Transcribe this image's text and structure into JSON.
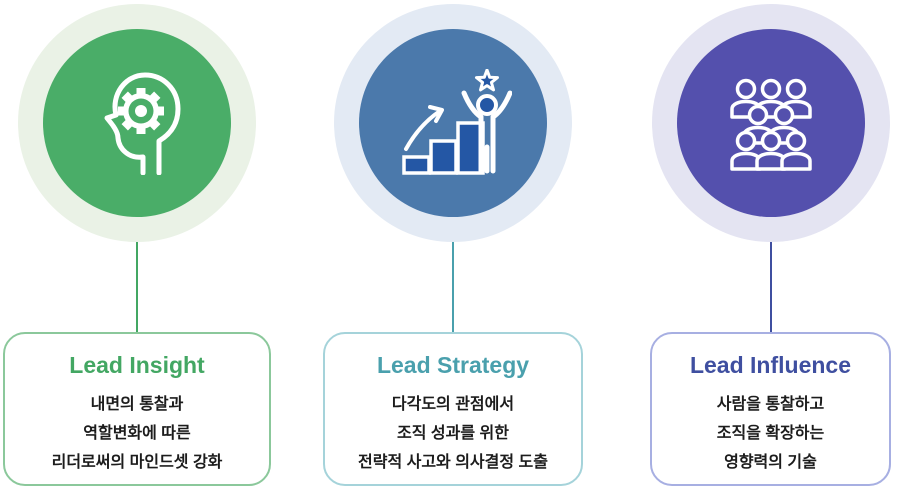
{
  "page": {
    "background": "#ffffff",
    "text_color": "#1c1c1c"
  },
  "columns": [
    {
      "name": "lead-insight",
      "title": "Lead Insight",
      "description_lines": [
        "내면의 통찰과",
        "역할변화에 따른",
        "리더로써의 마인드셋 강화"
      ],
      "icon": "head-with-gear-icon",
      "colors": {
        "ring": "#eaf2e6",
        "circle": "#4aad68",
        "accent": "#43a763",
        "card_border": "#8bc89b"
      }
    },
    {
      "name": "lead-strategy",
      "title": "Lead Strategy",
      "description_lines": [
        "다각도의 관점에서",
        "조직 성과를 위한",
        "전략적 사고와 의사결정 도출"
      ],
      "icon": "growth-chart-cheering-person-star-icon",
      "colors": {
        "ring": "#e3eaf4",
        "circle": "#4b79ab",
        "accent": "#4aa0ad",
        "card_border": "#a5d3da",
        "icon_fill": "#2457a5"
      }
    },
    {
      "name": "lead-influence",
      "title": "Lead Influence",
      "description_lines": [
        "사람을 통찰하고",
        "조직을 확장하는",
        "영향력의 기술"
      ],
      "icon": "group-of-people-icon",
      "colors": {
        "ring": "#e4e4f2",
        "circle": "#5450ad",
        "accent": "#3f4fa0",
        "card_border": "#a7afe2"
      }
    }
  ]
}
